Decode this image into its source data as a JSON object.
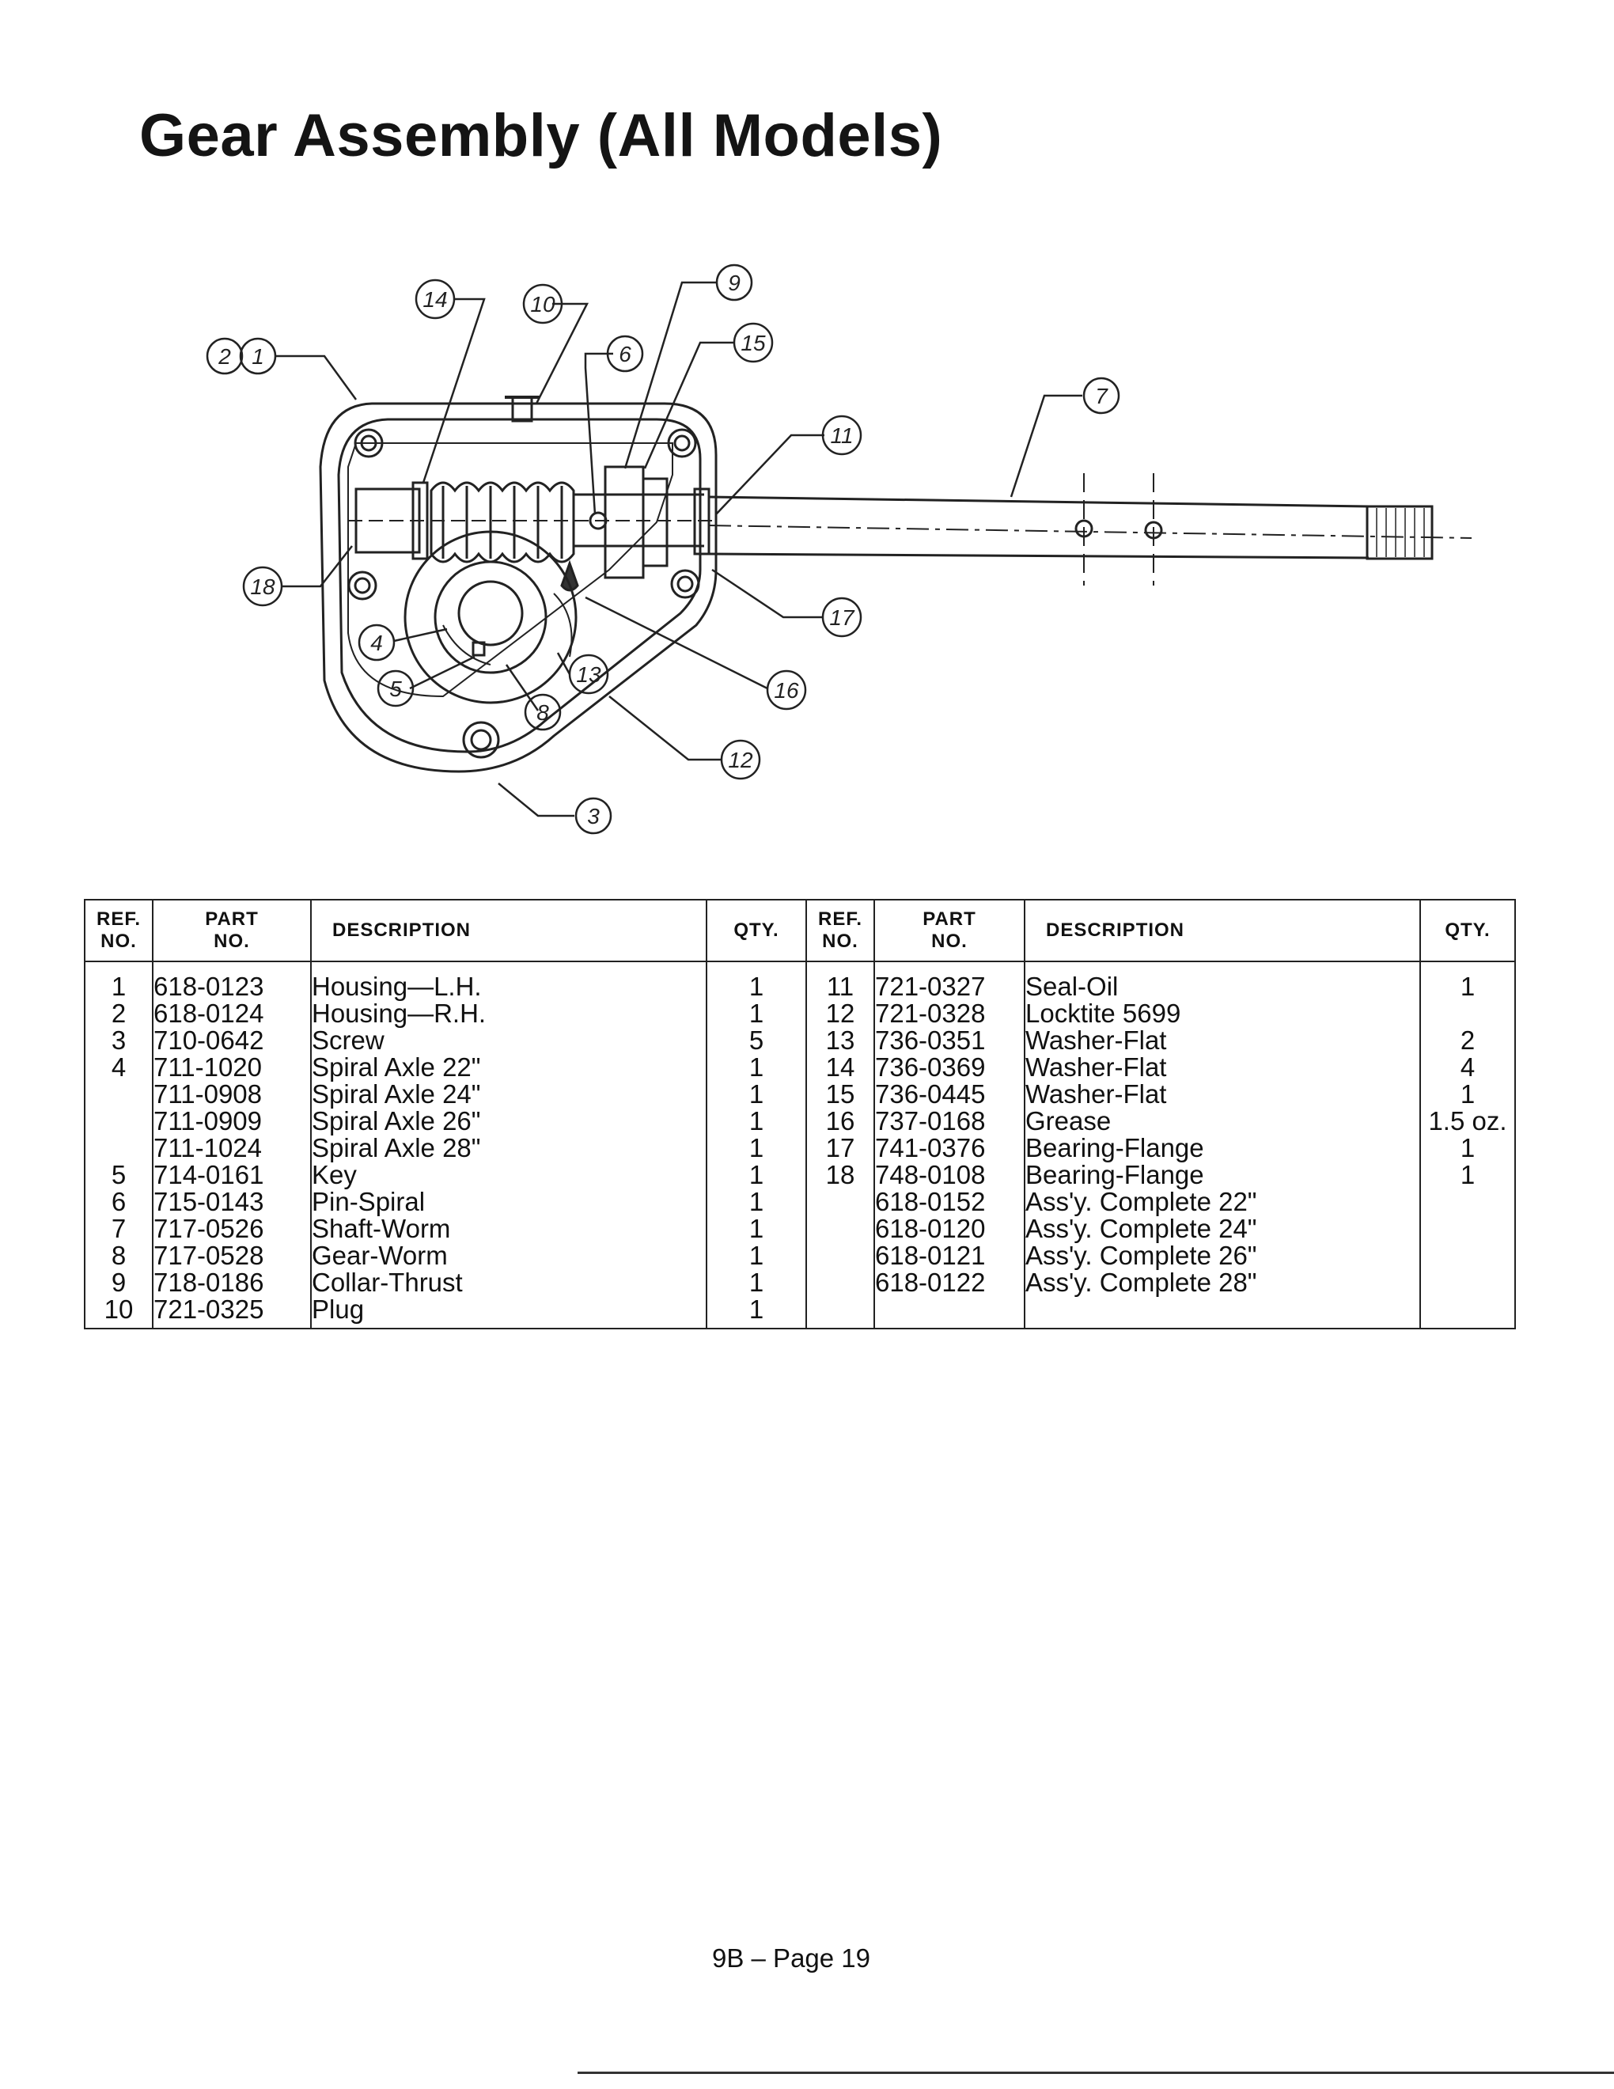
{
  "title": "Gear Assembly (All Models)",
  "footer": "9B – Page 19",
  "callouts": {
    "c1": "1",
    "c2": "2",
    "c3": "3",
    "c4": "4",
    "c5": "5",
    "c6": "6",
    "c7": "7",
    "c8": "8",
    "c9": "9",
    "c10": "10",
    "c11": "11",
    "c12": "12",
    "c13": "13",
    "c14": "14",
    "c15": "15",
    "c16": "16",
    "c17": "17",
    "c18": "18"
  },
  "table": {
    "headers": {
      "ref_line1": "REF.",
      "ref_line2": "NO.",
      "part_line1": "PART",
      "part_line2": "NO.",
      "description": "DESCRIPTION",
      "qty": "QTY."
    },
    "left": {
      "refs": [
        "1",
        "2",
        "3",
        "4",
        "",
        "",
        "",
        "5",
        "6",
        "7",
        "8",
        "9",
        "10"
      ],
      "parts": [
        "618-0123",
        "618-0124",
        "710-0642",
        "711-1020",
        "711-0908",
        "711-0909",
        "711-1024",
        "714-0161",
        "715-0143",
        "717-0526",
        "717-0528",
        "718-0186",
        "721-0325"
      ],
      "descriptions": [
        "Housing—L.H.",
        "Housing—R.H.",
        "Screw",
        "Spiral Axle 22\"",
        "Spiral Axle 24\"",
        "Spiral Axle 26\"",
        "Spiral Axle 28\"",
        "Key",
        "Pin-Spiral",
        "Shaft-Worm",
        "Gear-Worm",
        "Collar-Thrust",
        "Plug"
      ],
      "qtys": [
        "1",
        "1",
        "5",
        "1",
        "1",
        "1",
        "1",
        "1",
        "1",
        "1",
        "1",
        "1",
        "1"
      ]
    },
    "right": {
      "refs": [
        "11",
        "12",
        "13",
        "14",
        "15",
        "16",
        "17",
        "18",
        "",
        "",
        "",
        ""
      ],
      "parts": [
        "721-0327",
        "721-0328",
        "736-0351",
        "736-0369",
        "736-0445",
        "737-0168",
        "741-0376",
        "748-0108",
        "618-0152",
        "618-0120",
        "618-0121",
        "618-0122"
      ],
      "descriptions": [
        "Seal-Oil",
        "Locktite 5699",
        "Washer-Flat",
        "Washer-Flat",
        "Washer-Flat",
        "Grease",
        "Bearing-Flange",
        "Bearing-Flange",
        "Ass'y. Complete 22\"",
        "Ass'y. Complete 24\"",
        "Ass'y. Complete 26\"",
        "Ass'y. Complete 28\""
      ],
      "qtys": [
        "1",
        "",
        "2",
        "4",
        "1",
        "1.5 oz.",
        "1",
        "1",
        "",
        "",
        "",
        ""
      ]
    }
  }
}
